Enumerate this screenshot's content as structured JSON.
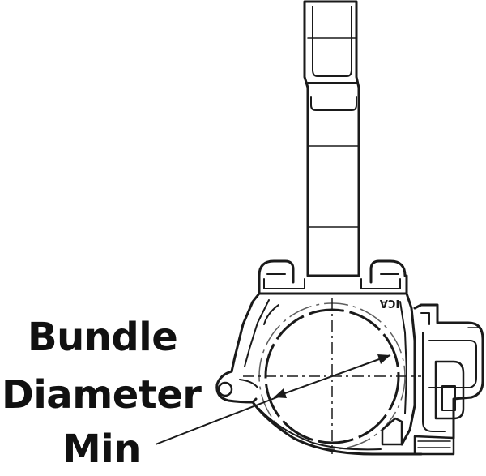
{
  "label": {
    "line1": "Bundle",
    "line2": "Diameter",
    "line3": "Min"
  },
  "part": {
    "stamp": "ICA"
  },
  "colors": {
    "line": "#1a1a1a",
    "background": "#ffffff"
  }
}
